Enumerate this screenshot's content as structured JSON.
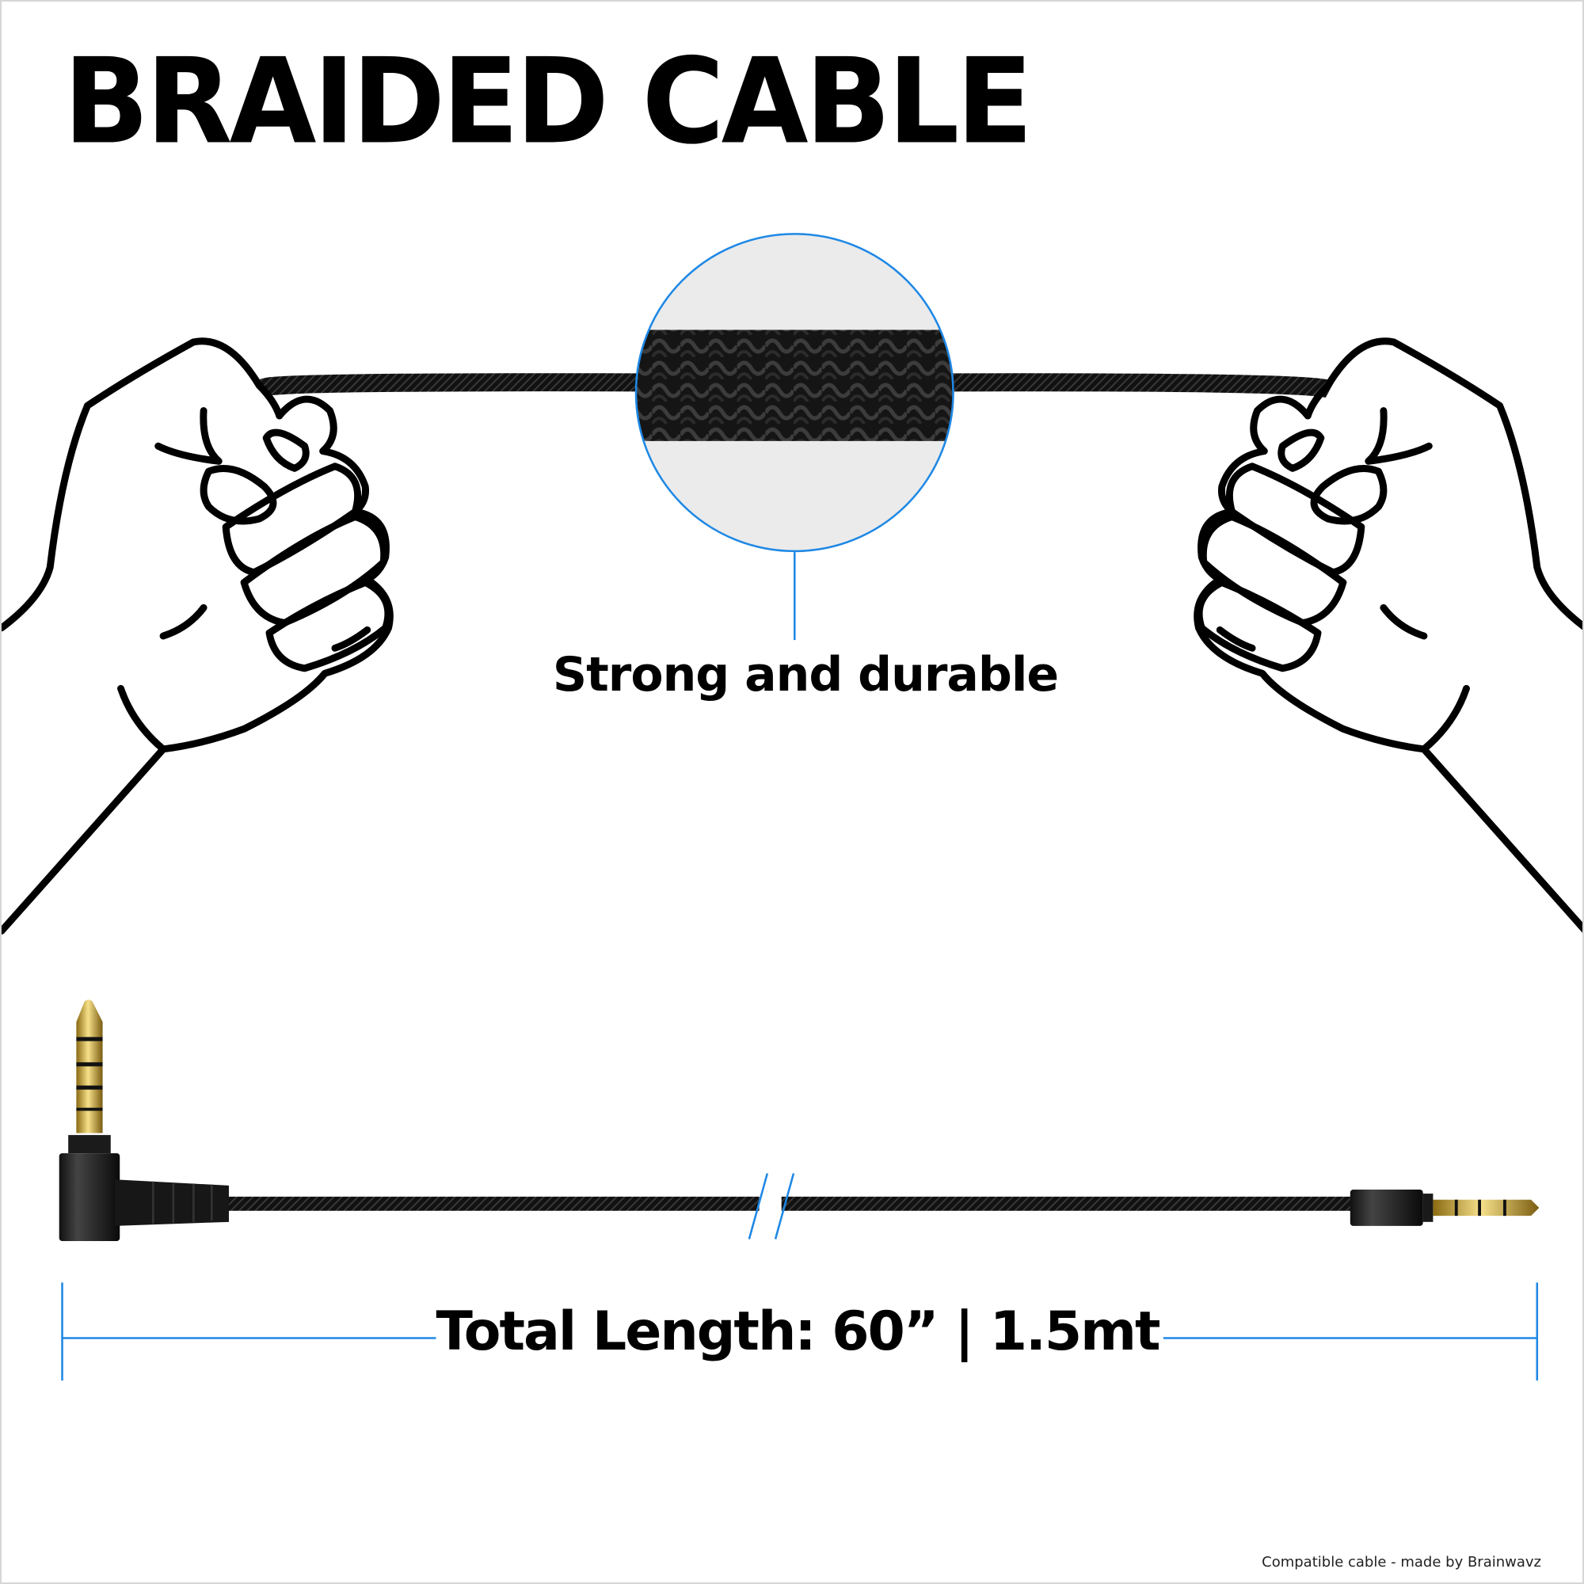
{
  "title": "BRAIDED CABLE",
  "callout": "Strong and durable",
  "length_label": "Total Length: 60” | 1.5mt",
  "footer": "Compatible cable - made by Brainwavz",
  "colors": {
    "accent": "#1e88e5",
    "text": "#000000",
    "gold": "#c9a227"
  }
}
